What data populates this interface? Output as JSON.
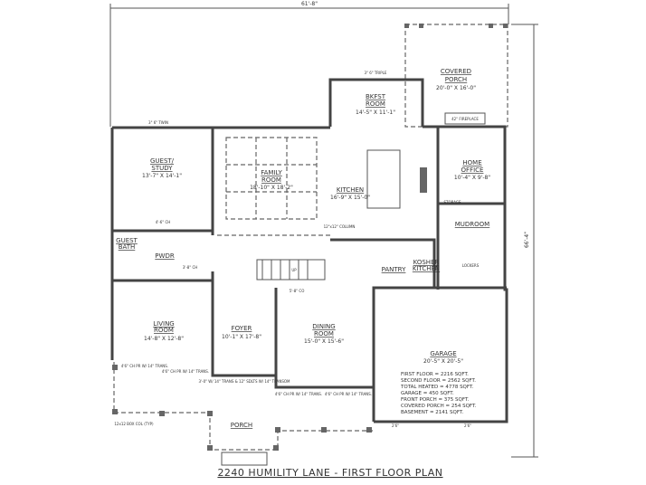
{
  "title": "2240 HUMILITY LANE - FIRST FLOOR PLAN",
  "dimensions": {
    "overall_width": "61'-8\"",
    "overall_depth": "66'-4\""
  },
  "rooms": {
    "covered_porch": {
      "name1": "COVERED",
      "name2": "PORCH",
      "size": "20'-0\" X 16'-0\""
    },
    "bkfst_room": {
      "name1": "BKFST",
      "name2": "ROOM",
      "size": "14'-5\" X 11'-1\""
    },
    "guest_study": {
      "name1": "GUEST/",
      "name2": "STUDY",
      "size": "13'-7\" X 14'-1\""
    },
    "family_room": {
      "name1": "FAMILY",
      "name2": "ROOM",
      "size": "18'-10\" X 18'-2\""
    },
    "kitchen": {
      "name1": "KITCHEN",
      "size": "16'-9\" X 15'-0\""
    },
    "home_office": {
      "name1": "HOME",
      "name2": "OFFICE",
      "size": "10'-4\" X 9'-8\""
    },
    "mudroom": {
      "name1": "MUDROOM"
    },
    "guest_bath": {
      "name1": "GUEST",
      "name2": "BATH"
    },
    "pwdr": {
      "name1": "PWDR"
    },
    "pantry": {
      "name1": "PANTRY"
    },
    "kosher_kitchen": {
      "name1": "KOSHER",
      "name2": "KITCHEN"
    },
    "living_room": {
      "name1": "LIVING",
      "name2": "ROOM",
      "size": "14'-8\" X 12'-8\""
    },
    "foyer": {
      "name1": "FOYER",
      "size": "10'-1\" X 17'-8\""
    },
    "dining_room": {
      "name1": "DINING",
      "name2": "ROOM",
      "size": "15'-0\" X 15'-6\""
    },
    "garage": {
      "name1": "GARAGE",
      "size": "20'-5\" X 20'-5\""
    },
    "porch": {
      "name1": "PORCH"
    }
  },
  "notes": {
    "triple_window": "3\" 6\" TRIPLE",
    "twin_window": "3\" 6\" TWIN",
    "fireplace": "42\" FIREPLACE",
    "column": "12\"x12\" COLUMN",
    "front_door": "3'-0\" W/ 14\" TRANS & 12\" SDLTS W/ 14\" TRANSOM",
    "closet_4_6": "4'-6\" CH",
    "closet_3_8": "3'-8\" CH",
    "dh_trans": "4'6\" CH PR W/ 14\" TRANS.",
    "cased_opening": "5'-8\" CO",
    "window_2_6": "2'6\"",
    "storage": "STORAGE",
    "lockers": "LOCKERS",
    "stairs_up": "UP",
    "post_note": "12x12 BOX COL (TYP)"
  },
  "area_stats": [
    "FIRST FLOOR = 2216 SQFT.",
    "SECOND FLOOR = 2562 SQFT.",
    "TOTAL HEATED = 4778 SQFT.",
    "GARAGE = 450 SQFT.",
    "FRONT PORCH = 375 SQFT.",
    "COVERED PORCH = 254 SQFT.",
    "BASEMENT = 2141 SQFT."
  ]
}
